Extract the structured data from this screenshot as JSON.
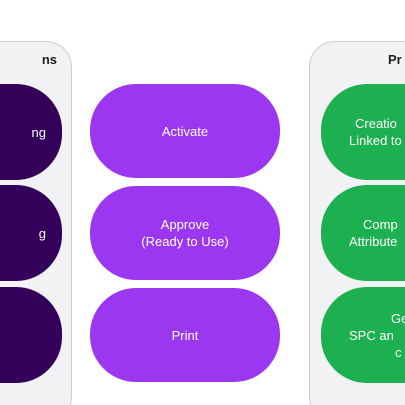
{
  "left_panel": {
    "title": "ns",
    "pills": [
      {
        "line1": "ng"
      },
      {
        "line1": "g"
      },
      {
        "line1": ""
      }
    ]
  },
  "center": {
    "pills": [
      {
        "line1": "Activate",
        "line2": ""
      },
      {
        "line1": "Approve",
        "line2": "(Ready to Use)"
      },
      {
        "line1": "Print",
        "line2": ""
      }
    ]
  },
  "right_panel": {
    "title": "Pr",
    "pills": [
      {
        "line1": "Creatio",
        "line2": "Linked to",
        "line3": ""
      },
      {
        "line1": "Comp",
        "line2": "Attribute",
        "line3": ""
      },
      {
        "line1": "Ge",
        "line2": "SPC an",
        "line3": "c"
      }
    ]
  },
  "colors": {
    "dark_purple": "#33005a",
    "purple": "#9b37f0",
    "green": "#1db050",
    "panel_bg": "#f2f1f3"
  }
}
